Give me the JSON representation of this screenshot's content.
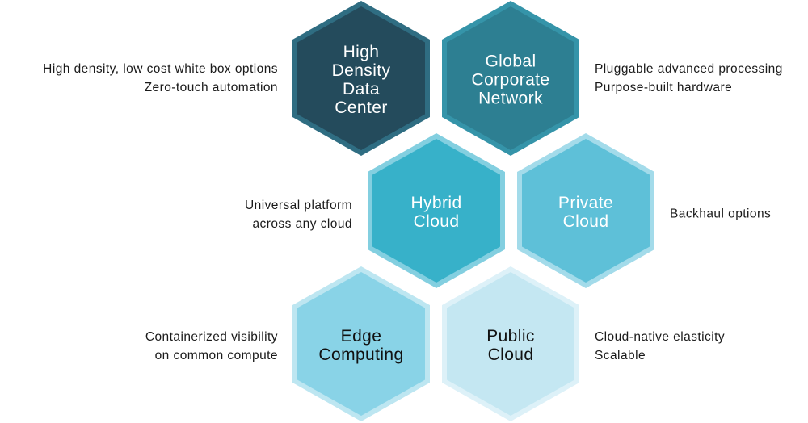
{
  "hexagons": [
    {
      "id": "high-density-data-center",
      "lines": [
        "High",
        "Density",
        "Data",
        "Center"
      ],
      "fill": "#244b5c",
      "border": "#2f6d82",
      "text_color": "#ffffff",
      "notes": [
        "High density, low cost white box options",
        "Zero-touch automation"
      ],
      "notes_side": "left"
    },
    {
      "id": "global-corporate-network",
      "lines": [
        "Global",
        "Corporate",
        "Network"
      ],
      "fill": "#2d7f92",
      "border": "#3594a9",
      "text_color": "#ffffff",
      "notes": [
        "Pluggable advanced processing",
        "Purpose-built hardware"
      ],
      "notes_side": "right"
    },
    {
      "id": "hybrid-cloud",
      "lines": [
        "Hybrid",
        "Cloud"
      ],
      "fill": "#37b1c9",
      "border": "#83cfe0",
      "text_color": "#ffffff",
      "notes": [
        "Universal platform",
        "across any cloud"
      ],
      "notes_side": "left"
    },
    {
      "id": "private-cloud",
      "lines": [
        "Private",
        "Cloud"
      ],
      "fill": "#5ec0d8",
      "border": "#a3dbea",
      "text_color": "#ffffff",
      "notes": [
        "Backhaul options"
      ],
      "notes_side": "right"
    },
    {
      "id": "edge-computing",
      "lines": [
        "Edge",
        "Computing"
      ],
      "fill": "#89d3e7",
      "border": "#bde6f1",
      "text_color": "#111111",
      "notes": [
        "Containerized visibility",
        "on common compute"
      ],
      "notes_side": "left"
    },
    {
      "id": "public-cloud",
      "lines": [
        "Public",
        "Cloud"
      ],
      "fill": "#c4e7f2",
      "border": "#ddf1f8",
      "text_color": "#111111",
      "notes": [
        "Cloud-native elasticity",
        "Scalable"
      ],
      "notes_side": "right"
    }
  ]
}
